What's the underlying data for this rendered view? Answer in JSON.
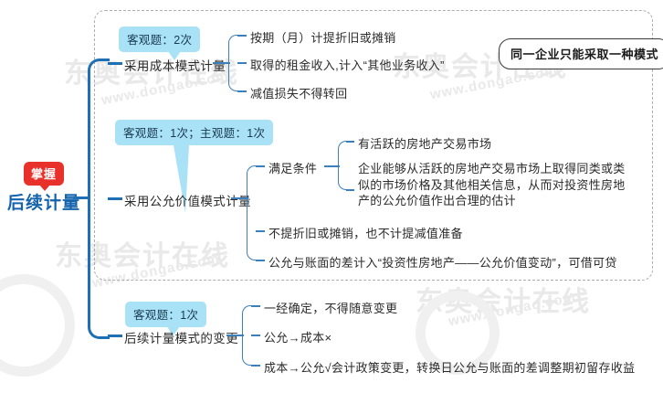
{
  "watermark": {
    "cn": "东奥会计在线",
    "en": "www.dongao.com"
  },
  "root": {
    "badge": "掌握",
    "label": "后续计量"
  },
  "note": {
    "text": "同一企业只能采取一种模式"
  },
  "branches": [
    {
      "id": "cost-model",
      "label": "采用成本模式计量",
      "callout": "客观题：2次",
      "children": [
        {
          "text": "按期（月）计提折旧或摊销"
        },
        {
          "text": "取得的租金收入,计入“其他业务收入”"
        },
        {
          "text": "减值损失不得转回"
        }
      ]
    },
    {
      "id": "fair-value-model",
      "label": "采用公允价值模式计量",
      "callout": "客观题：1次；主观题：1次",
      "children": [
        {
          "text": "满足条件",
          "children": [
            {
              "text": "有活跃的房地产交易市场"
            },
            {
              "text": "企业能够从活跃的房地产交易市场上取得同类或类似的市场价格及其他相关信息，从而对投资性房地产的公允价值作出合理的估计"
            }
          ]
        },
        {
          "text": "不提折旧或摊销，也不计提减值准备"
        },
        {
          "text": "公允与账面的差计入“投资性房地产——公允价值变动”，可借可贷"
        }
      ]
    },
    {
      "id": "model-change",
      "label": "后续计量模式的变更",
      "callout": "客观题：1次",
      "children": [
        {
          "text": "一经确定，不得随意变更"
        },
        {
          "text": "公允→成本×"
        },
        {
          "text": "成本→公允√会计政策变更，转换日公允与账面的差调整期初留存收益"
        }
      ]
    }
  ],
  "colors": {
    "spine": "#1f6fb4",
    "branch": "#3b7fbd",
    "callout_bg": "#a9e2f7",
    "root_text": "#1464ac",
    "badge_bg": "#e8312a",
    "dashed_border": "#adadad"
  }
}
